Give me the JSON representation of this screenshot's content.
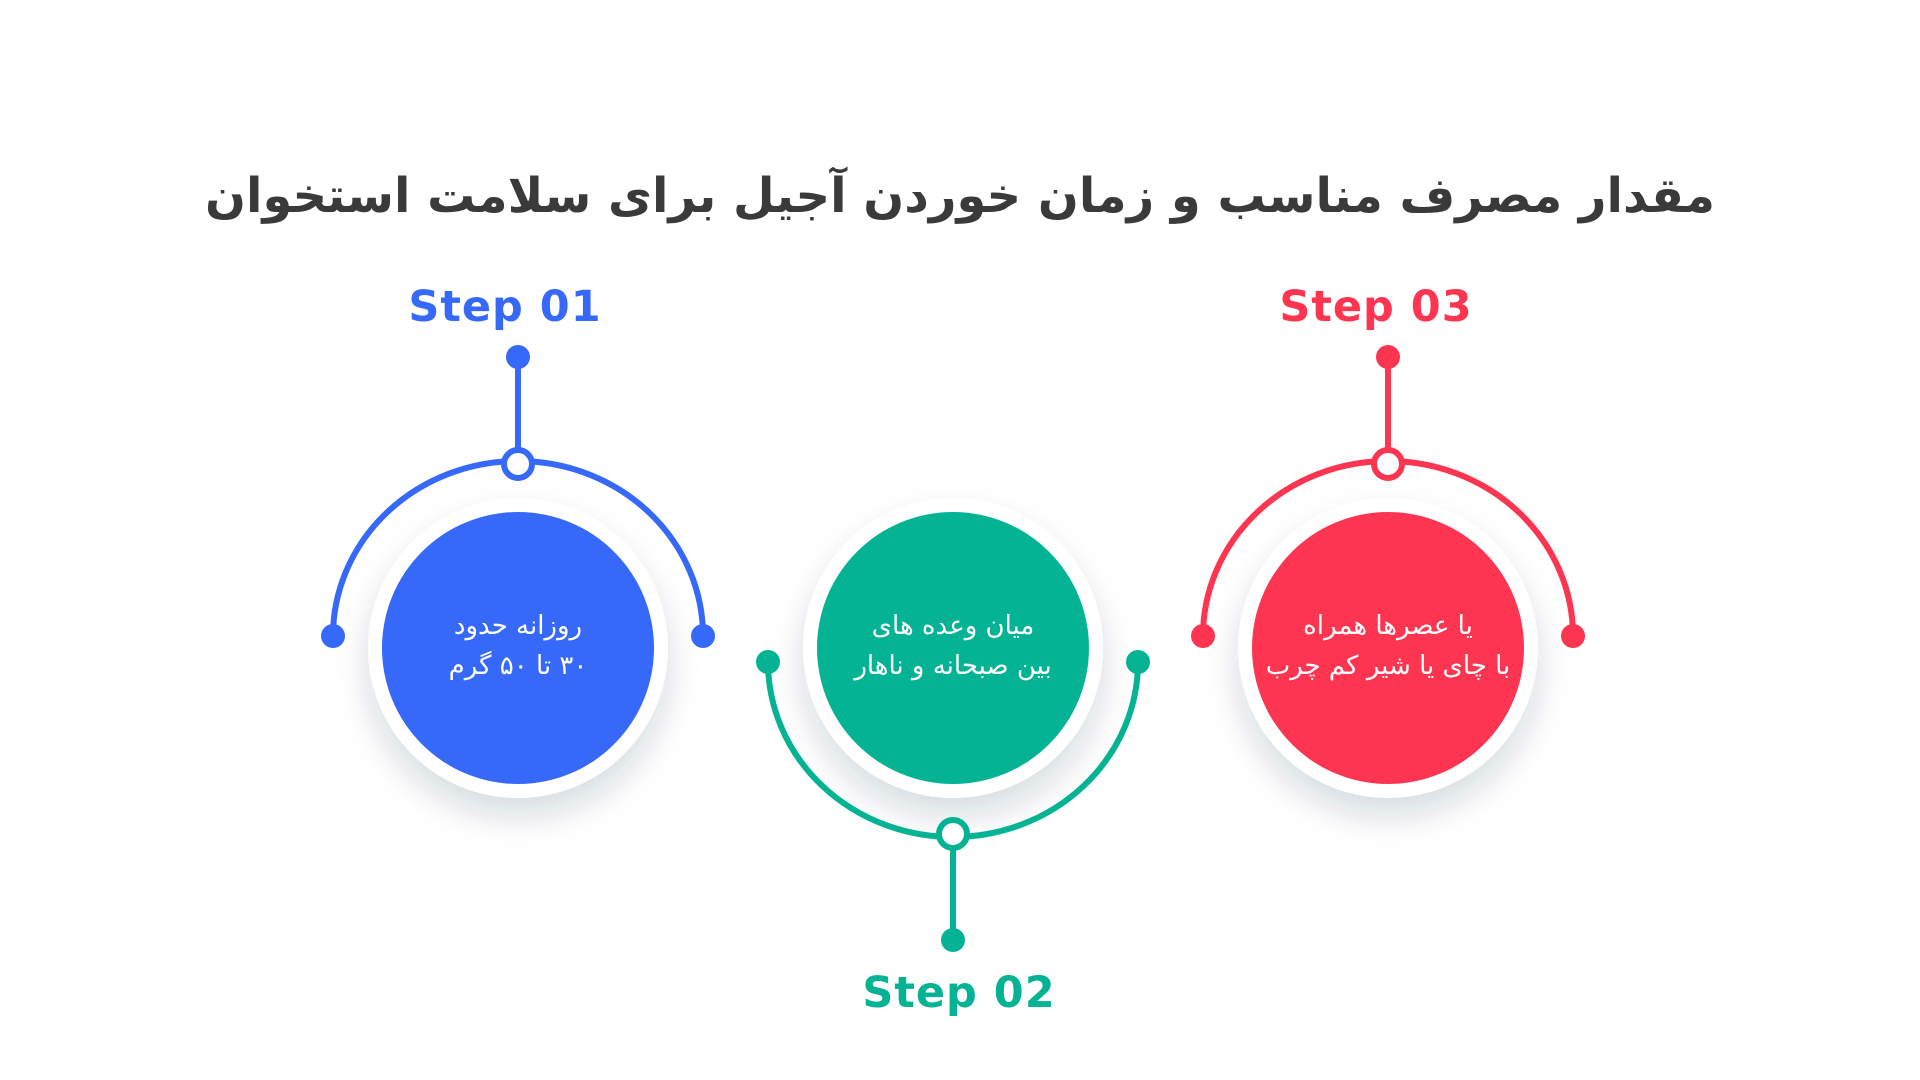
{
  "title": "مقدار مصرف مناسب و زمان خوردن آجیل برای سلامت استخوان",
  "steps": [
    {
      "label": "Step 01",
      "color": "#3669fa",
      "lines": [
        "روزانه حدود",
        "۳۰ تا ۵۰ گرم"
      ]
    },
    {
      "label": "Step 02",
      "color": "#03b394",
      "lines": [
        "میان وعده های",
        "بین صبحانه و ناهار"
      ]
    },
    {
      "label": "Step 03",
      "color": "#fe3551",
      "lines": [
        "یا عصرها همراه",
        "با چای یا شیر کم چرب"
      ]
    }
  ]
}
